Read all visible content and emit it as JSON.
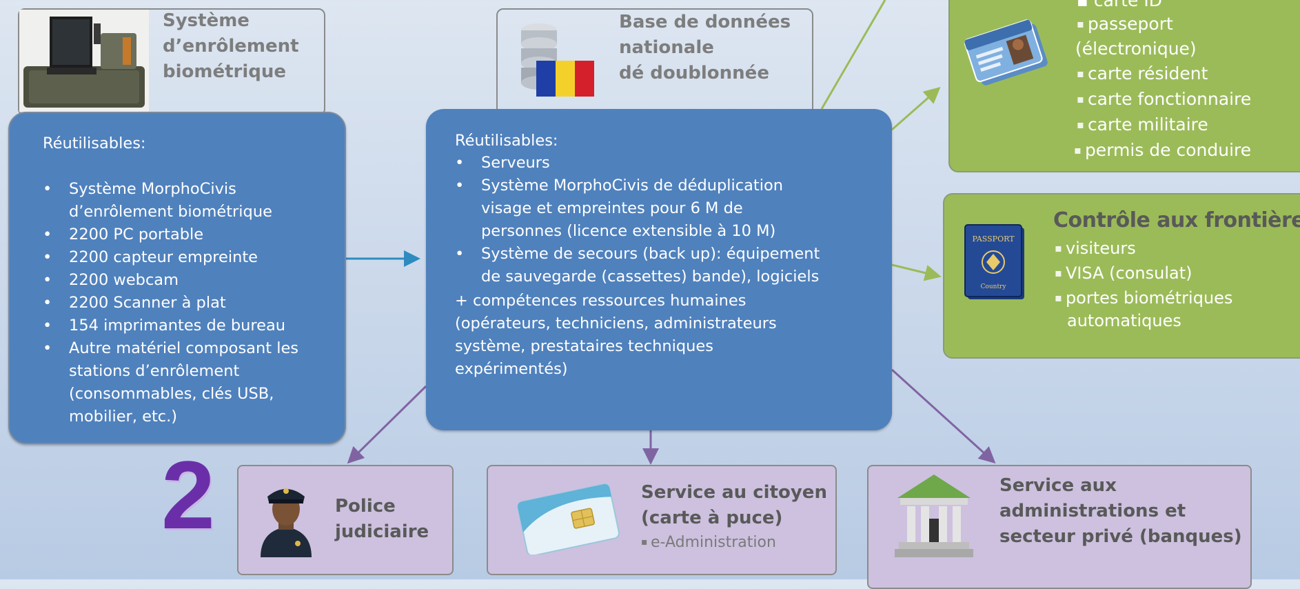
{
  "enrolment": {
    "title_lines": [
      "Système",
      "d’enrôlement",
      "biométrique"
    ],
    "reusable_label": "Réutilisables:",
    "items": [
      "Système MorphoCivis",
      "2200 PC portable",
      "2200 capteur empreinte",
      "2200 webcam",
      "2200 Scanner à plat",
      "154 imprimantes de bureau",
      "Autre matériel composant les"
    ],
    "item0_cont": "d’enrôlement biométrique",
    "item6_cont": [
      "stations d’enrôlement",
      "(consommables, clés USB,",
      "mobilier, etc.)"
    ]
  },
  "database": {
    "title_lines": [
      "Base de données",
      "nationale",
      "dé doublonnée"
    ],
    "reusable_label": "Réutilisables:",
    "items": [
      [
        "Serveurs"
      ],
      [
        "Système MorphoCivis de déduplication",
        "visage et empreintes pour 6 M de",
        "personnes (licence extensible à 10 M)"
      ],
      [
        "Système de secours (back up): équipement",
        "de sauvegarde (cassettes) bande), logiciels"
      ]
    ],
    "extra_lines": [
      "+ compétences ressources humaines",
      "(opérateurs, techniciens, administrateurs",
      "système, prestataires techniques",
      "expérimentés)"
    ]
  },
  "identity_docs": {
    "partial_top": "carte ID",
    "items": [
      "passeport",
      "carte résident",
      "carte fonctionnaire",
      "carte militaire",
      "permis de conduire"
    ],
    "passport_cont": "(électronique)"
  },
  "border": {
    "title": "Contrôle aux frontières",
    "items": [
      "visiteurs",
      "VISA (consulat)",
      "portes biométriques"
    ],
    "item2_cont": "automatiques"
  },
  "police": {
    "title_lines": [
      "Police",
      "judiciaire"
    ]
  },
  "citizen": {
    "title_lines": [
      "Service au citoyen",
      "(carte à puce)"
    ],
    "sub": "e-Administration"
  },
  "admin": {
    "title_lines": [
      "Service aux",
      "administrations et",
      "secteur privé (banques)"
    ]
  },
  "step_number": "2",
  "colors": {
    "blue": "#4f81bd",
    "green": "#9bbb59",
    "purple_box": "#cdc1df",
    "arrow_blue": "#2e8bc0",
    "arrow_green": "#9bbb59",
    "arrow_purple": "#8064a2"
  },
  "icons": [
    "laptop-case-icon",
    "database-flag-icon",
    "id-cards-icon",
    "passport-icon",
    "police-officer-icon",
    "smart-card-icon",
    "bank-building-icon"
  ]
}
